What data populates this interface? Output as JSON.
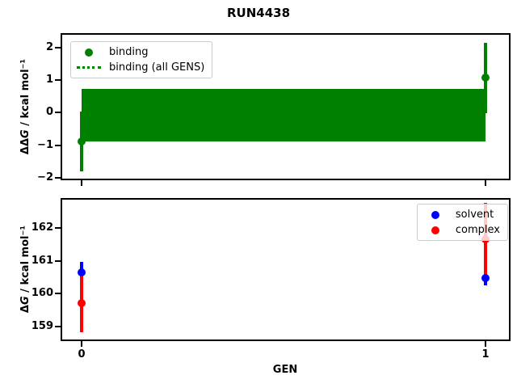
{
  "title": "RUN4438",
  "xlabel": "GEN",
  "colors": {
    "binding": "#008000",
    "solvent": "#0000ff",
    "complex": "#ff0000",
    "axes": "#000000",
    "legend_border": "#cccccc"
  },
  "top_panel": {
    "ylabel": {
      "prefix": "ΔΔ",
      "var": "G",
      "unit": " / kcal mol⁻¹"
    },
    "legend": {
      "items": [
        {
          "label": "binding",
          "handle": "dot"
        },
        {
          "label": "binding (all GENS)",
          "handle": "dotted-line"
        }
      ]
    }
  },
  "bottom_panel": {
    "ylabel": {
      "prefix": "Δ",
      "var": "G",
      "unit": " / kcal mol⁻¹"
    },
    "legend": {
      "items": [
        {
          "label": "solvent",
          "handle": "dot"
        },
        {
          "label": "complex",
          "handle": "dot"
        }
      ]
    }
  },
  "chart_data": [
    {
      "type": "scatter",
      "title": "RUN4438",
      "xlabel": "GEN",
      "ylabel": "ΔΔG / kcal mol⁻¹",
      "x": [
        0,
        1
      ],
      "series": [
        {
          "name": "binding",
          "color": "#008000",
          "marker": "circle",
          "values": [
            -0.88,
            1.07
          ],
          "errors": [
            0.92,
            1.08
          ]
        },
        {
          "name": "binding (all GENS)",
          "color": "#008000",
          "style": "dotted-line-with-filled-band",
          "value": -0.08,
          "band": [
            -0.87,
            0.72
          ]
        }
      ],
      "xlim": [
        -0.048,
        1.058
      ],
      "ylim": [
        -2.02,
        2.39
      ],
      "yticks": [
        2,
        1,
        0,
        -1,
        -2
      ],
      "ytick_labels": [
        "2",
        "1",
        "0",
        "−1",
        "−2"
      ],
      "xticks": [
        0,
        1
      ],
      "grid": false,
      "legend_position": "upper-left"
    },
    {
      "type": "scatter",
      "xlabel": "GEN",
      "ylabel": "ΔG / kcal mol⁻¹",
      "x": [
        0,
        1
      ],
      "series": [
        {
          "name": "solvent",
          "color": "#0000ff",
          "marker": "circle",
          "values": [
            160.64,
            160.47
          ],
          "errors": [
            0.32,
            0.22
          ]
        },
        {
          "name": "complex",
          "color": "#ff0000",
          "marker": "circle",
          "values": [
            159.71,
            161.65
          ],
          "errors": [
            0.9,
            1.12
          ]
        }
      ],
      "xlim": [
        -0.048,
        1.058
      ],
      "ylim": [
        158.6,
        162.87
      ],
      "yticks": [
        162,
        161,
        160,
        159
      ],
      "ytick_labels": [
        "162",
        "161",
        "160",
        "159"
      ],
      "xticks": [
        0,
        1
      ],
      "xtick_labels": [
        "0",
        "1"
      ],
      "grid": false,
      "legend_position": "upper-right"
    }
  ]
}
